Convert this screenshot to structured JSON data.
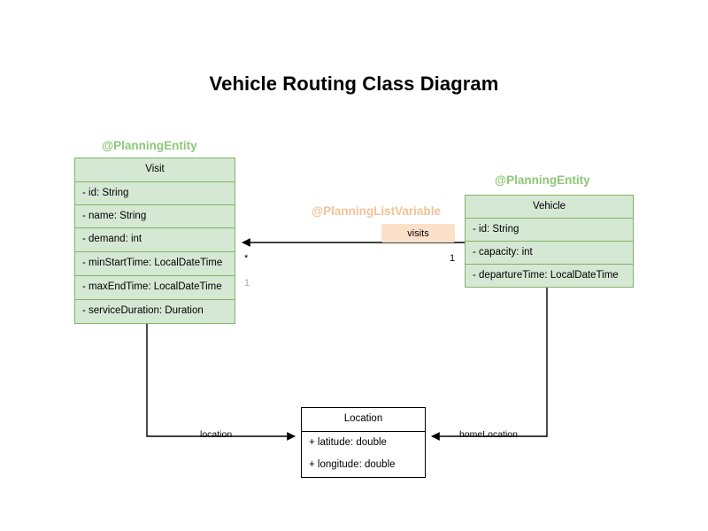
{
  "title": "Vehicle Routing Class Diagram",
  "colors": {
    "entity_fill": "#d5e8d4",
    "entity_stroke": "#82b366",
    "plain_fill": "#ffffff",
    "plain_stroke": "#000000",
    "annotation_green": "#8cc878",
    "annotation_orange": "#f3c296",
    "chip_fill": "#fde0c8",
    "multiplicity_purple": "#b39ddb",
    "background": "#ffffff"
  },
  "classes": {
    "visit": {
      "annotation": "@PlanningEntity",
      "name": "Visit",
      "attributes": [
        "- id: String",
        "- name: String",
        "- demand: int",
        "- minStartTime: LocalDateTime",
        "- maxEndTime: LocalDateTime",
        "- serviceDuration: Duration"
      ]
    },
    "vehicle": {
      "annotation": "@PlanningEntity",
      "name": "Vehicle",
      "attributes": [
        "- id: String",
        "- capacity: int",
        "- departureTime: LocalDateTime"
      ]
    },
    "location": {
      "name": "Location",
      "attributes": [
        "+ latitude: double",
        "+ longitude: double"
      ]
    }
  },
  "relations": {
    "visits": {
      "annotation": "@PlanningListVariable",
      "label": "visits",
      "source_multiplicity": "1",
      "target_multiplicity": "*",
      "extra_multiplicity": "1"
    },
    "location": {
      "label": "location"
    },
    "home_location": {
      "label": "homeLocation"
    }
  }
}
